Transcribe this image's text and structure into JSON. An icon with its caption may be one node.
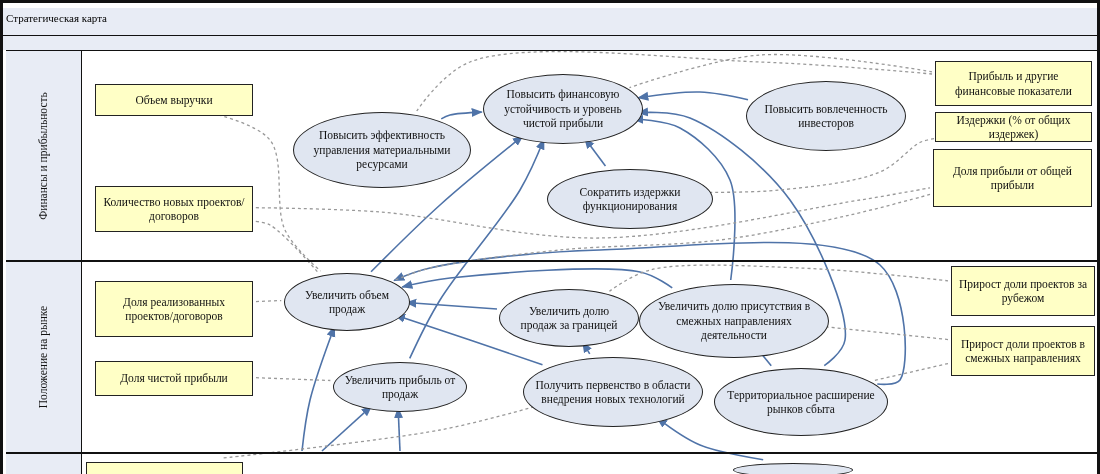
{
  "diagram": {
    "title": "Стратегическая карта",
    "nodes": [
      {
        "text": [
          "Финансы и прибыльность"
        ]
      },
      {
        "text": [
          "Объем выручки"
        ],
        "in": 0
      },
      {
        "text": [
          "Количество новых проектов/договоров"
        ],
        "in": 0
      },
      {
        "text": [
          "Повысить эффективность управления материальными ресурсами"
        ],
        "in": 0
      },
      {
        "text": [
          "Повысить финансовую устойчивость и уровень чистой прибыли"
        ],
        "in": 0
      },
      {
        "text": [
          "Повысить вовлеченность инвесторов"
        ],
        "in": 0
      },
      {
        "text": [
          "Сократить издержки функционирования"
        ],
        "in": 0
      },
      {
        "text": [
          "Прибыль и другие финансовые показатели"
        ],
        "in": 0
      },
      {
        "text": [
          "Издержки (% от общих издержек)"
        ],
        "in": 0
      },
      {
        "text": [
          "Доля прибыли от общей прибыли"
        ],
        "in": 0
      },
      {
        "text": [
          "Положение на рынке"
        ]
      },
      {
        "text": [
          "Доля реализованных проектов/договоров"
        ],
        "in": 10
      },
      {
        "text": [
          "Увеличить объем продаж"
        ],
        "in": 10
      },
      {
        "text": [
          "Увеличить долю продаж за границей"
        ],
        "in": 10
      },
      {
        "text": [
          "Увеличить долю присутствия в смежных направлениях деятельности"
        ],
        "in": 10
      },
      {
        "text": [
          "Прирост доли проектов за рубежом"
        ],
        "in": 10
      },
      {
        "text": [
          "Доля чистой прибыли"
        ],
        "in": 10
      },
      {
        "text": [
          "Увеличить прибыль от продаж"
        ],
        "in": 10
      },
      {
        "text": [
          "Получить первенство в области внедрения новых технологий"
        ],
        "in": 10
      },
      {
        "text": [
          "Территориальное расширение рынков сбыта"
        ],
        "in": 10
      },
      {
        "text": [
          "Прирост доли проектов в смежных направлениях"
        ],
        "in": 10
      },
      {
        "text": [],
        "shape": "band"
      },
      {
        "text": [],
        "shape": "box",
        "in": 21
      },
      {
        "text": [],
        "shape": "ellipse",
        "in": 21
      }
    ],
    "edges": [
      {
        "from": 3,
        "to": 4,
        "arrow": "to"
      },
      {
        "from": 12,
        "to": 4,
        "arrow": "to"
      },
      {
        "from": 6,
        "to": 4,
        "arrow": "to"
      },
      {
        "from": 5,
        "to": 4,
        "arrow": "to"
      },
      {
        "from": 14,
        "to": 4,
        "arrow": "to"
      },
      {
        "from": 19,
        "to": 4,
        "arrow": "to"
      },
      {
        "from": 17,
        "to": 4,
        "arrow": "to"
      },
      {
        "from": 13,
        "to": 12,
        "arrow": "to"
      },
      {
        "from": 14,
        "to": 12,
        "arrow": "to"
      },
      {
        "from": 19,
        "to": 12,
        "arrow": "to"
      },
      {
        "from": 18,
        "to": 12,
        "arrow": "to"
      },
      {
        "from": 18,
        "to": 13,
        "arrow": "to"
      },
      {
        "from": 21,
        "to": 12,
        "arrow": "to"
      },
      {
        "from": 21,
        "to": 17,
        "arrow": "to"
      },
      {
        "from": 21,
        "to": 17,
        "arrow": "to"
      },
      {
        "from": 23,
        "to": 18,
        "arrow": "to"
      },
      {
        "from": 19,
        "to": 14,
        "arrow": "none"
      },
      {
        "from": 1,
        "to": 12,
        "arrow": "none",
        "style": "dashed",
        "color": "#999999"
      },
      {
        "from": 2,
        "to": 12,
        "arrow": "none",
        "style": "dashed",
        "color": "#999999"
      },
      {
        "from": 2,
        "to": 9,
        "arrow": "none",
        "style": "dashed",
        "color": "#999999"
      },
      {
        "from": 7,
        "to": 4,
        "arrow": "none",
        "style": "dashed",
        "color": "#999999"
      },
      {
        "from": 7,
        "to": 3,
        "arrow": "none",
        "style": "dashed",
        "color": "#999999"
      },
      {
        "from": 8,
        "to": 6,
        "arrow": "none",
        "style": "dashed",
        "color": "#999999"
      },
      {
        "from": 9,
        "to": 12,
        "arrow": "none",
        "style": "dashed",
        "color": "#999999"
      },
      {
        "from": 11,
        "to": 12,
        "arrow": "none",
        "style": "dashed",
        "color": "#999999"
      },
      {
        "from": 16,
        "to": 17,
        "arrow": "none",
        "style": "dashed",
        "color": "#999999"
      },
      {
        "from": 15,
        "to": 13,
        "arrow": "none",
        "style": "dashed",
        "color": "#999999"
      },
      {
        "from": 20,
        "to": 14,
        "arrow": "none",
        "style": "dashed",
        "color": "#999999"
      },
      {
        "from": 20,
        "to": 19,
        "arrow": "none",
        "style": "dashed",
        "color": "#999999"
      },
      {
        "from": 18,
        "to": 22,
        "arrow": "none",
        "style": "dashed",
        "color": "#999999"
      }
    ]
  }
}
